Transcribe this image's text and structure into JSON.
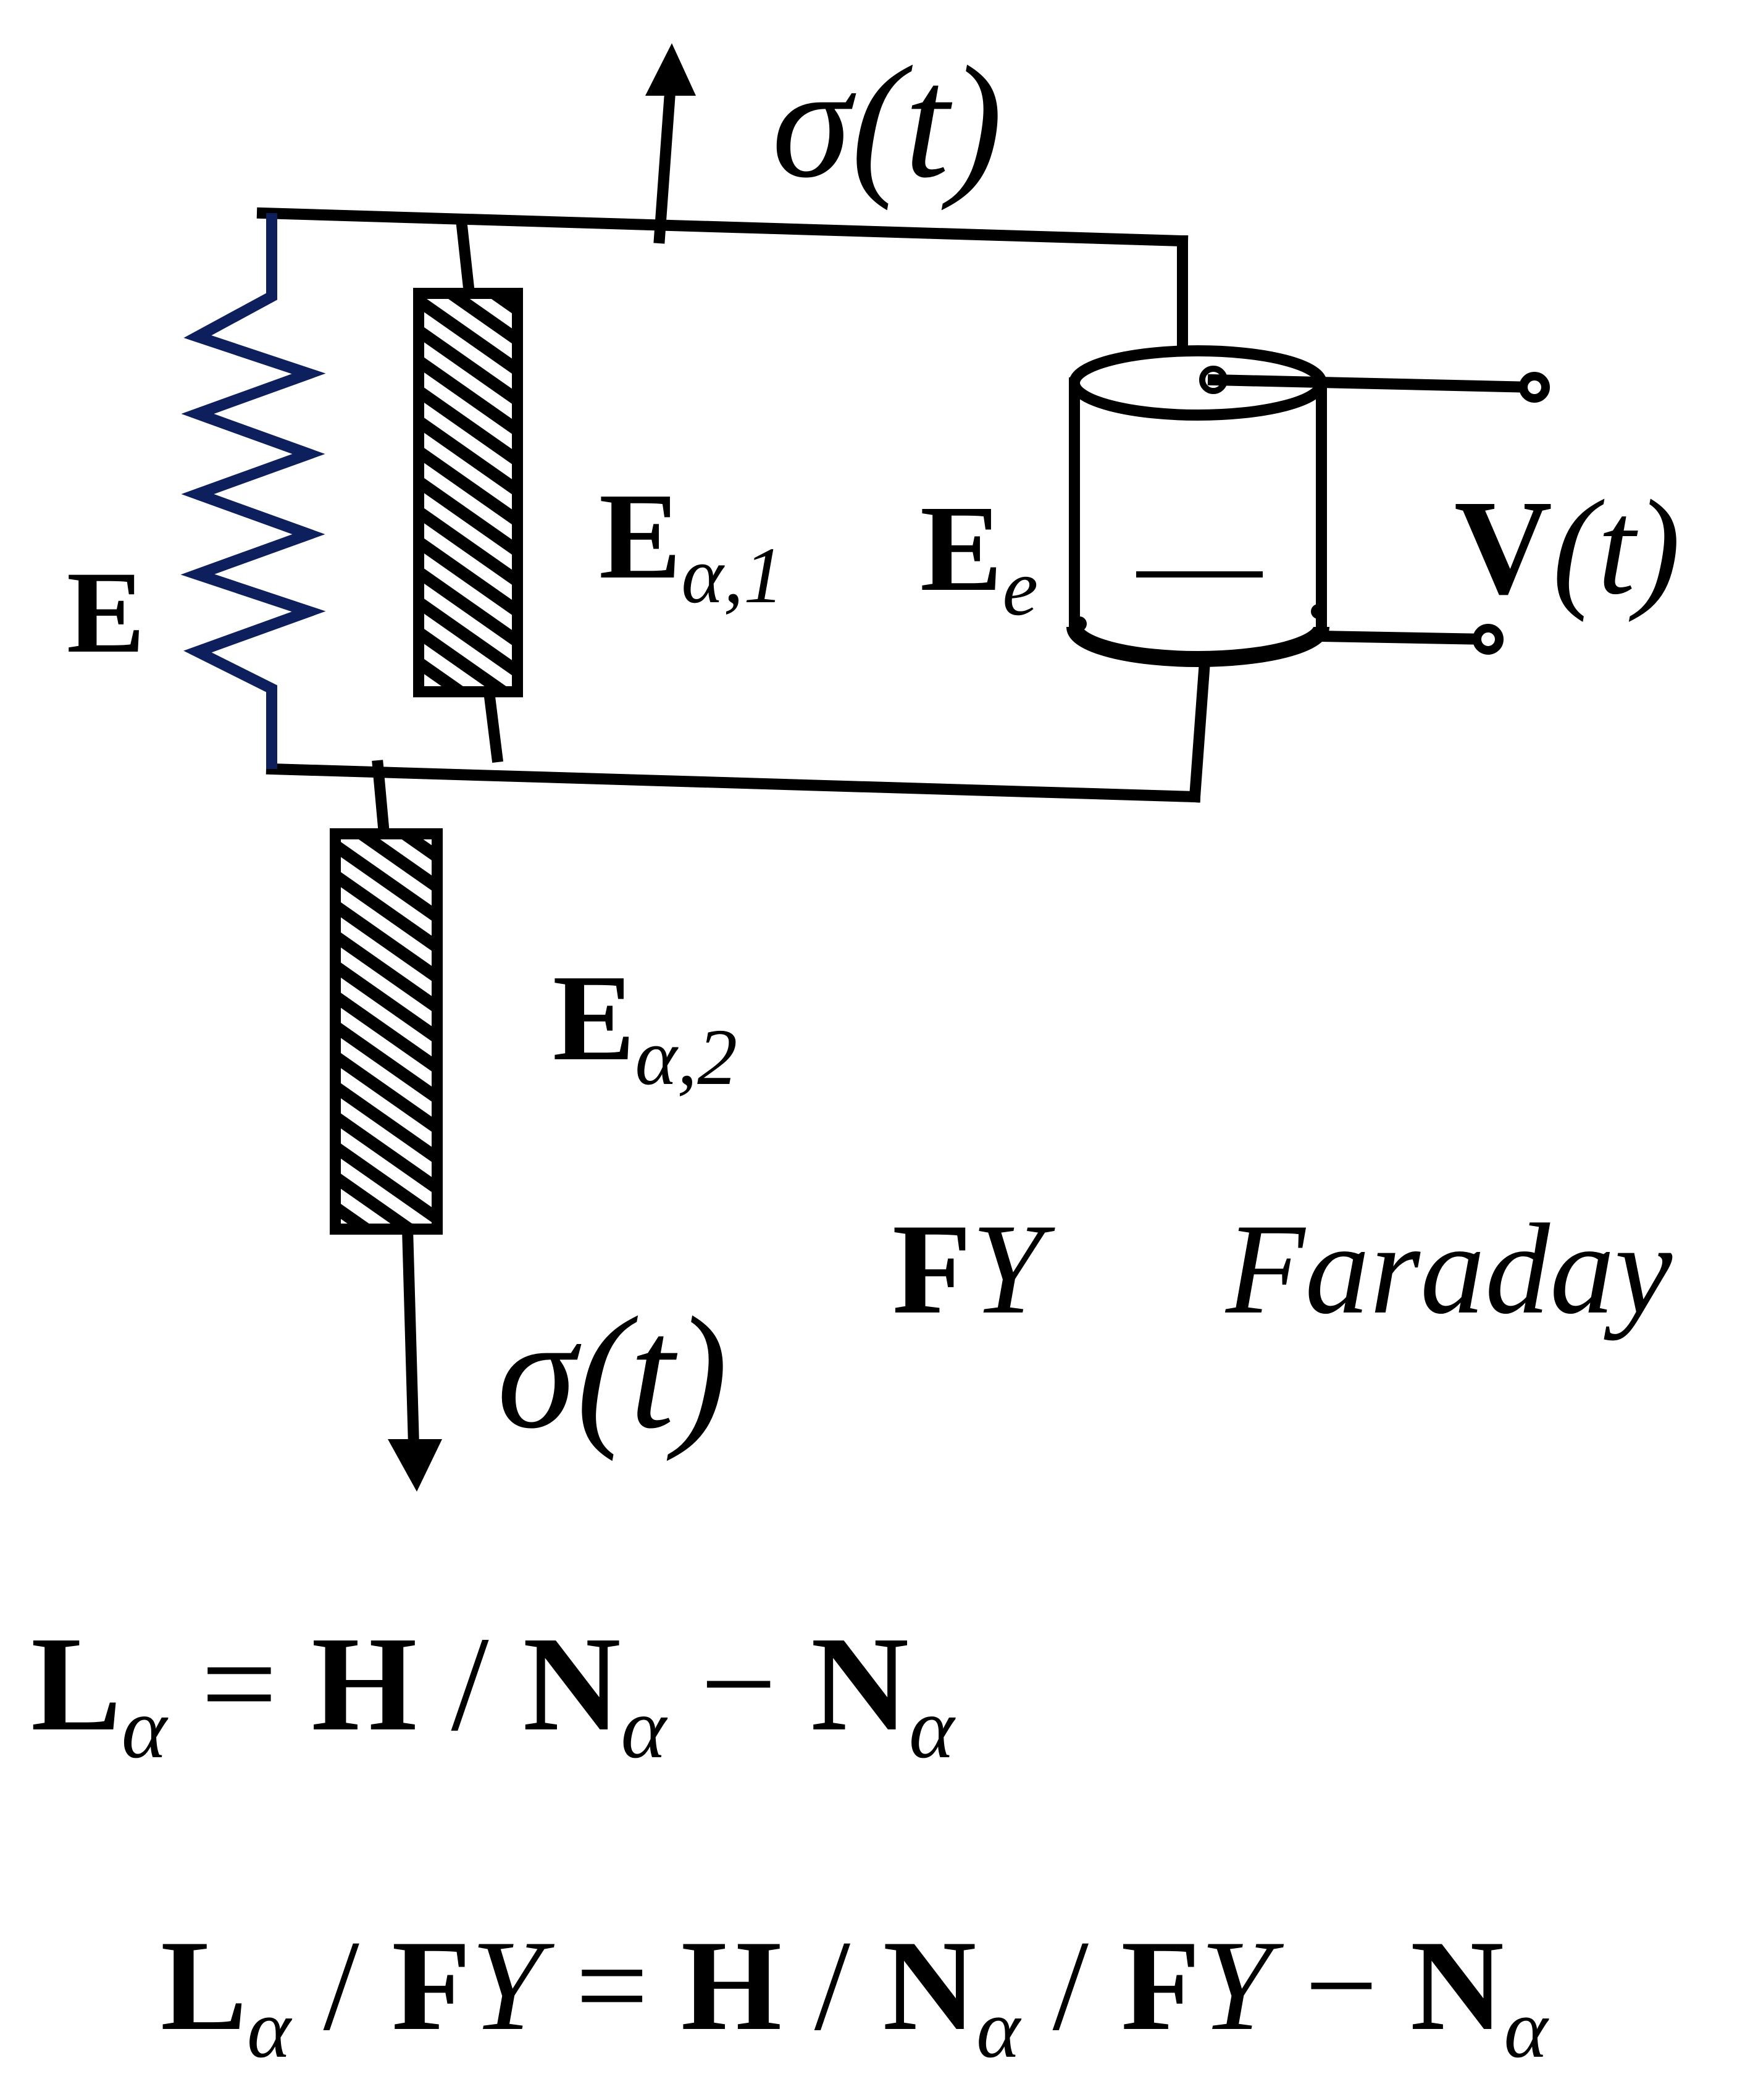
{
  "labels": {
    "sigma_top": "σ(t)",
    "sigma_bottom": "σ(t)",
    "spring_E": "E",
    "dashpot1_main": "E",
    "dashpot1_sub": "α,1",
    "dashpot2_main": "E",
    "dashpot2_sub": "α,2",
    "element_e_main": "E",
    "element_e_sub": "e",
    "voltage_main": "V",
    "voltage_arg": "(t)",
    "fy_bold": "F",
    "fy_ital": "Y",
    "faraday": "Faraday"
  },
  "equations": {
    "eq1": {
      "L": "L",
      "L_sub": "α",
      "eq": " = ",
      "H": "H",
      "slash": " / ",
      "N1": "N",
      "N1_sub": "α",
      "minus": " − ",
      "N2": "N",
      "N2_sub": "α"
    },
    "eq2": {
      "L": "L",
      "L_sub": "α",
      "slash1": " / ",
      "F1": "F",
      "Y1": "Y",
      "eq": " = ",
      "H": "H",
      "slash2": " / ",
      "N1": "N",
      "N1_sub": "α",
      "slash3": " / ",
      "F2": "F",
      "Y2": "Y",
      "minus": " − ",
      "N2": "N",
      "N2_sub": "α"
    }
  },
  "colors": {
    "spring": "#0d1f5c",
    "lines": "#000000"
  }
}
